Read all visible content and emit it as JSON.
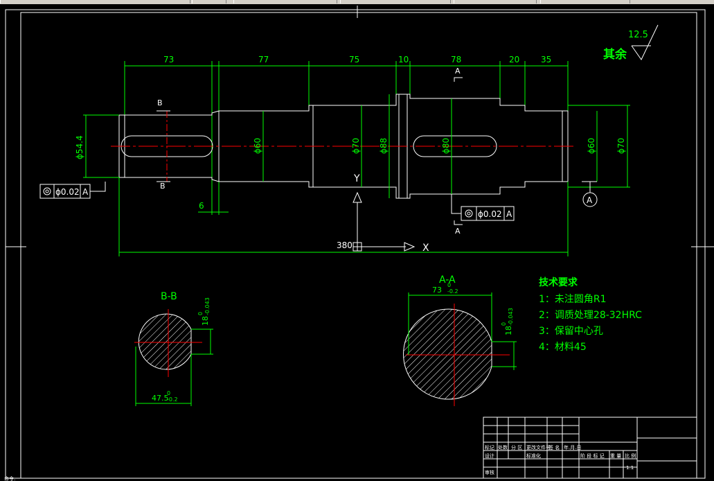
{
  "colors": {
    "background": "#000000",
    "dimension": "#00ff00",
    "outline": "#ffffff",
    "centerline": "#ff0000",
    "hatch": "#ffffff",
    "text_green": "#00ff00",
    "frame": "#ffffff"
  },
  "roughness": {
    "value": "12.5",
    "label": "其余"
  },
  "dimensions": {
    "top": [
      "73",
      "77",
      "75",
      "10",
      "78",
      "20",
      "35"
    ],
    "d54_4": "ϕ54.4",
    "d60_left": "ϕ60",
    "d70_mid": "ϕ70",
    "d88": "ϕ88",
    "d80": "ϕ80",
    "d60_right": "ϕ60",
    "d70_right": "ϕ70",
    "dim6": "6",
    "total": "380"
  },
  "section_marks": {
    "b_top": "B",
    "b_bottom": "B",
    "a_top": "A",
    "a_bottom": "A",
    "datum": "A"
  },
  "tolerance_left": {
    "value": "ϕ0.02",
    "datum": "A"
  },
  "tolerance_right": {
    "value": "ϕ0.02",
    "datum": "A"
  },
  "axes": {
    "x": "X",
    "y": "Y"
  },
  "section_bb": {
    "title": "B-B",
    "height_dim": "18",
    "height_tol_top": "0",
    "height_tol_bottom": "-0.043",
    "width_dim": "47.5",
    "width_tol_top": "0",
    "width_tol_bottom": "-0.2"
  },
  "section_aa": {
    "title": "A-A",
    "width_dim": "73",
    "width_tol_top": "0",
    "width_tol_bottom": "-0.2",
    "height_dim": "18",
    "height_tol_top": "0",
    "height_tol_bottom": "-0.043"
  },
  "tech_requirements": {
    "title": "技术要求",
    "items": [
      "1：未注圆角R1",
      "2：调质处理28-32HRC",
      "3：保留中心孔",
      "4：材料45"
    ]
  },
  "title_block": {
    "row_labels": [
      "标记",
      "处数",
      "分 区",
      "更改文件号",
      "签 名",
      "年.月.日"
    ],
    "design": "设计",
    "std": "标准化",
    "check": "审核",
    "stage_labels": [
      "阶 段 标 记",
      "重 量",
      "比 例"
    ],
    "scale": "1:1"
  },
  "status": {
    "command": "命令:"
  }
}
